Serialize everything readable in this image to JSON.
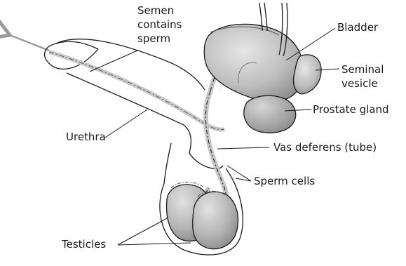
{
  "diagram": {
    "labels": {
      "semen": [
        "Semen",
        "contains",
        "sperm"
      ],
      "bladder": "Bladder",
      "seminal_vesicle": [
        "Seminal",
        "vesicle"
      ],
      "prostate": "Prostate gland",
      "urethra": "Urethra",
      "vas_deferens": "Vas deferens (tube)",
      "sperm_cells": "Sperm cells",
      "testicles": "Testicles"
    },
    "colors": {
      "organ_light": "#d9d9d9",
      "organ_mid": "#b8b8b8",
      "organ_dark": "#8f8f8f",
      "outline": "#1a1a1a",
      "arrow": "#9a9a9a"
    }
  }
}
